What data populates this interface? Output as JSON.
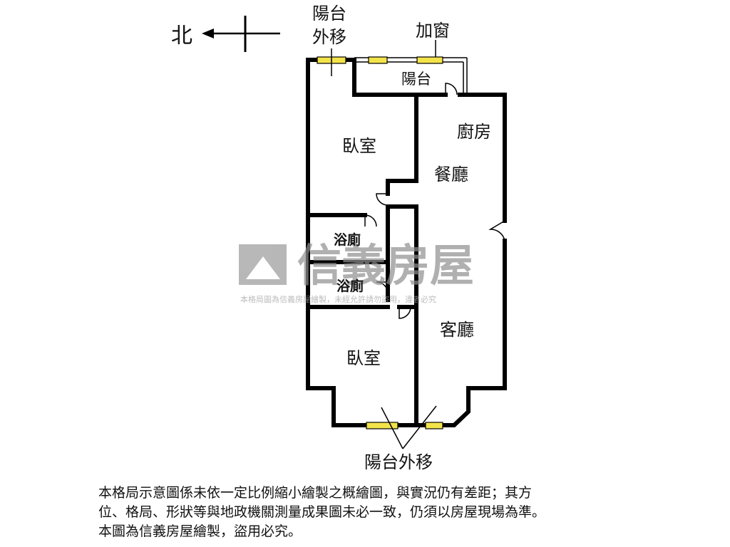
{
  "compass": {
    "label": "北"
  },
  "rooms": {
    "balcony_move_top": [
      "陽台",
      "外移"
    ],
    "add_window": "加窗",
    "balcony": "陽台",
    "kitchen": "廚房",
    "bedroom_top": "臥室",
    "dining": "餐廳",
    "bathroom_1": "浴廁",
    "bathroom_2": "浴廁",
    "living": "客廳",
    "bedroom_bottom": "臥室",
    "balcony_move_bottom": "陽台外移"
  },
  "watermark": {
    "brand": "信義房屋",
    "notice": "本格局圖為信義房屋繪製，未經允許請勿盜用，違者必究"
  },
  "footer_note": [
    "本格局示意圖係未依一定比例縮小繪製之概繪圖，與實況仍有差距；其方",
    "位、格局、形狀等與地政機關測量成果圖未必一致，仍須以房屋現場為準。",
    "本圖為信義房屋繪製，盜用必究。"
  ],
  "colors": {
    "window": "#f3e34a",
    "wall": "#000000",
    "watermark": "#9a9a9a"
  }
}
